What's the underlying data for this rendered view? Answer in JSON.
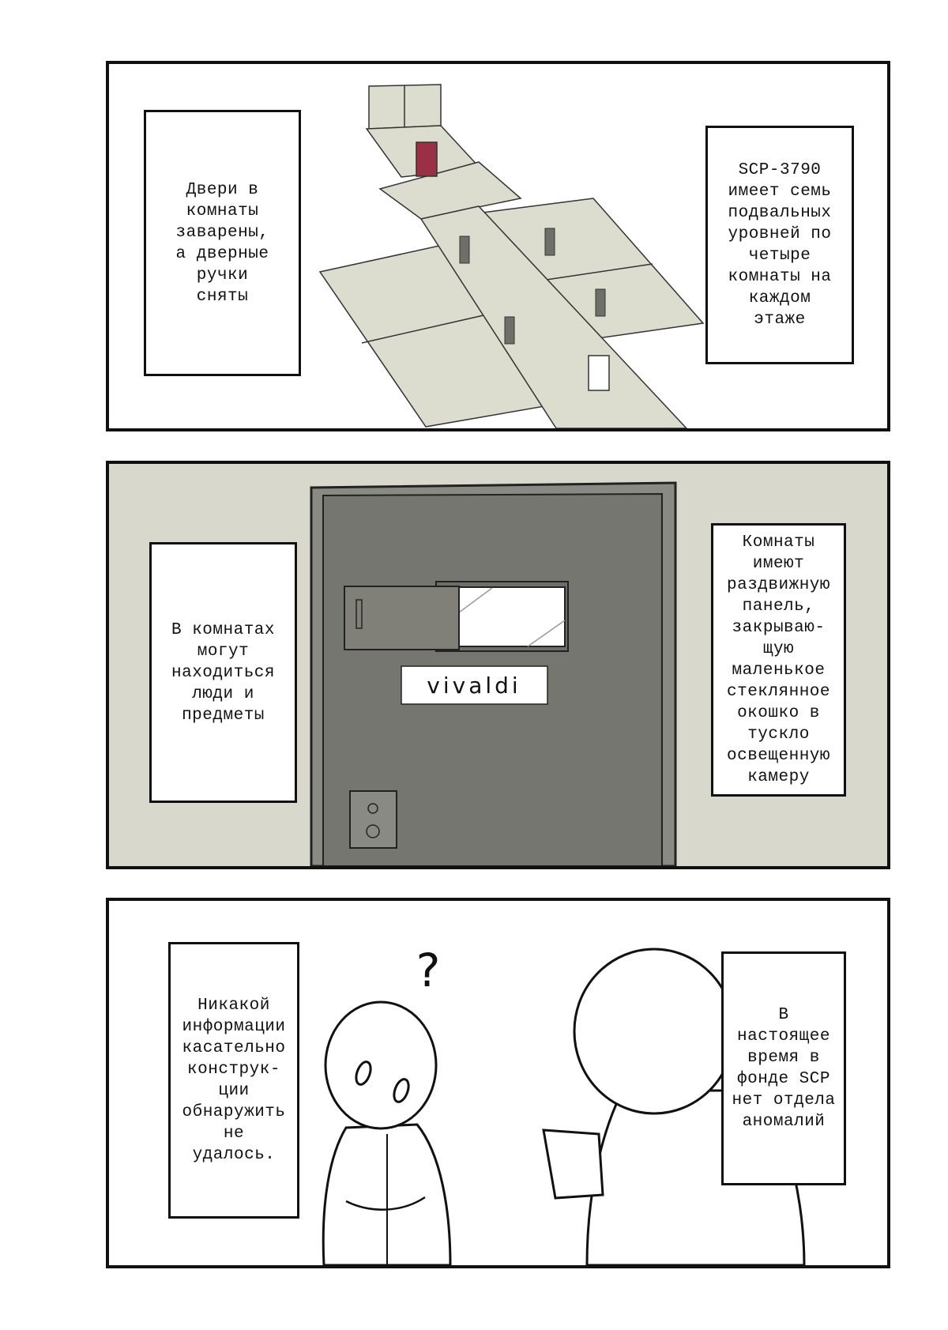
{
  "panels": [
    {
      "captions": {
        "left": "Двери в\nкомнаты\nзаварены,\nа дверные\nручки\nсняты",
        "right": "SCP-3790\nимеет семь\nподвальных\nуровней по\nчетыре\nкомнаты на\nкаждом\nэтаже"
      }
    },
    {
      "captions": {
        "left": "В комнатах\nмогут\nнаходиться\nлюди и\nпредметы",
        "right": "Комнаты\nимеют\nраздвижную\nпанель,\nзакрываю-\nщую\nмаленькое\nстеклянное\nокошко в\nтускло\nосвещенную\nкамеру"
      },
      "door_sign": "vivaldi"
    },
    {
      "captions": {
        "left": "Никакой\nинформации\nкасательно\nконструк-\nции\nобнаружить\nне\nудалось.",
        "right": "В\nнастоящее\nвремя в\nфонде SCP\nнет отдела\nаномалий"
      },
      "question_mark": "?"
    }
  ]
}
